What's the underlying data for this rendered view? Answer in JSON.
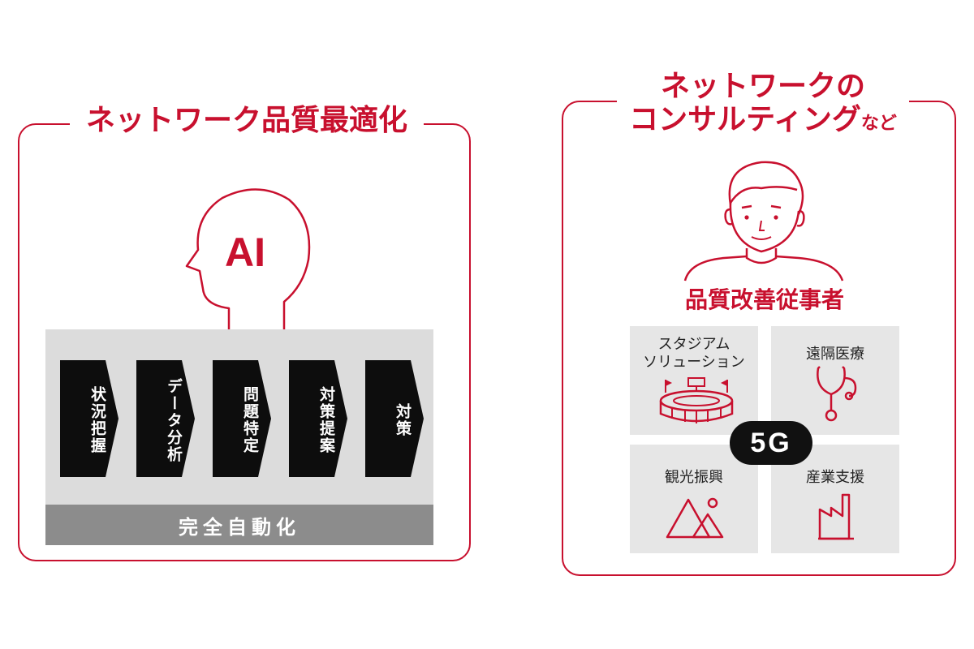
{
  "left_panel": {
    "title": "ネットワーク品質最適化",
    "ai_label": "AI",
    "steps": [
      "状況把握",
      "データ分析",
      "問題特定",
      "対策提案",
      "対策"
    ],
    "automation_label": "完全自動化"
  },
  "right_panel": {
    "title_line1": "ネットワークの",
    "title_line2": "コンサルティング",
    "title_suffix": "など",
    "role_label": "品質改善従事者",
    "tiles": {
      "stadium_line1": "スタジアム",
      "stadium_line2": "ソリューション",
      "medical": "遠隔医療",
      "tourism": "観光振興",
      "industry": "産業支援"
    },
    "badge": "5G"
  },
  "colors": {
    "accent": "#c8102e",
    "step_fill": "#0d0d0d",
    "process_bg": "#dcdcdc",
    "automation_bg": "#8c8c8c",
    "tile_bg": "#e6e6e6"
  },
  "icons": [
    "ai-head-icon",
    "person-icon",
    "stadium-icon",
    "stethoscope-icon",
    "mountain-icon",
    "factory-icon"
  ]
}
